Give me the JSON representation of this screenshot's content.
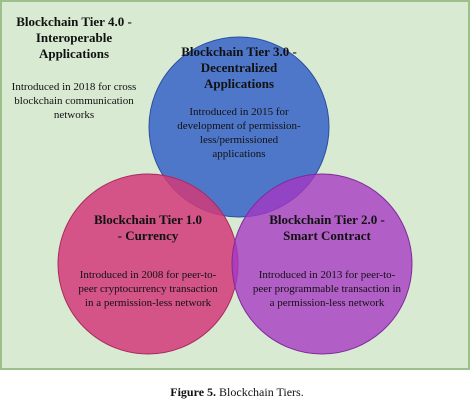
{
  "tier4": {
    "title": "Blockchain Tier 4.0 - Interoperable Applications",
    "desc": "Introduced in 2018 for cross blockchain communication networks"
  },
  "tier3": {
    "title": "Blockchain Tier 3.0 - Decentralized Applications",
    "desc": "Introduced in 2015 for development of permission-less/permissioned applications"
  },
  "tier1": {
    "title": "Blockchain Tier 1.0 - Currency",
    "desc": "Introduced in 2008 for peer-to-peer cryptocurrency transaction in a permission-less network"
  },
  "tier2": {
    "title": "Blockchain Tier 2.0 - Smart Contract",
    "desc": "Introduced in 2013 for peer-to-peer programmable transaction in a permission-less network"
  },
  "caption": {
    "label": "Figure 5.",
    "text": "Blockchain Tiers."
  },
  "colors": {
    "background": "#d9ead3",
    "tier3_fill": "#3a67c8",
    "tier1_fill": "#d23a79",
    "tier2_fill": "#a636c4"
  }
}
